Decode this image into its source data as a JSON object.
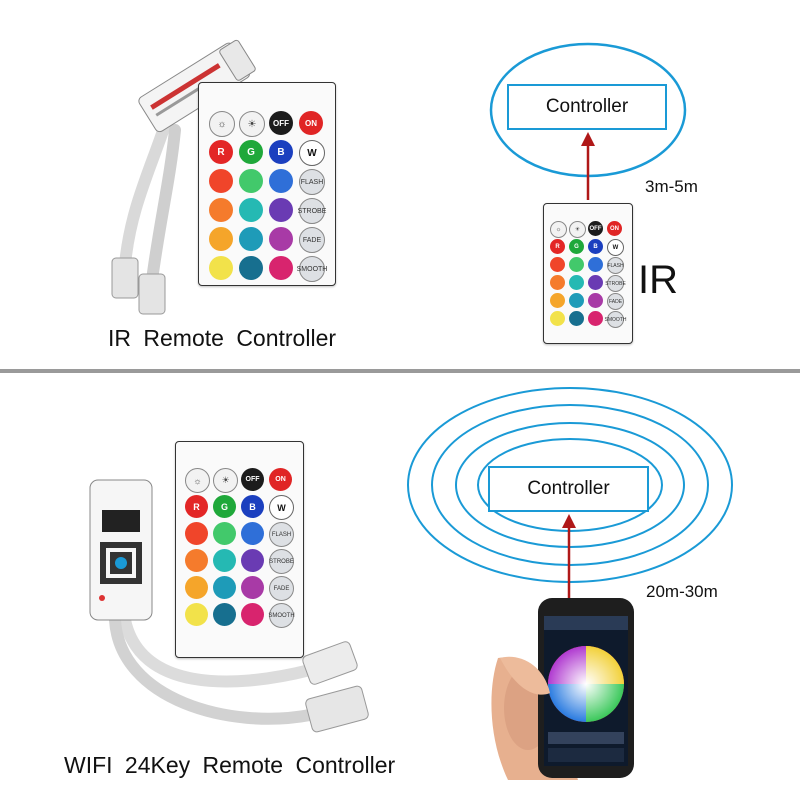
{
  "top": {
    "caption": "IR  Remote  Controller",
    "controller_label": "Controller",
    "distance": "3m-5m",
    "mode_label": "IR"
  },
  "bottom": {
    "caption": "WIFI  24Key  Remote  Controller",
    "controller_label": "Controller",
    "distance": "20m-30m"
  },
  "remote_keys": {
    "off": "OFF",
    "on": "ON",
    "r": "R",
    "g": "G",
    "b": "B",
    "w": "W",
    "flash": "FLASH",
    "strobe": "STROBE",
    "fade": "FADE",
    "smooth": "SMOOTH"
  },
  "colors": {
    "accent": "#1a9ad6",
    "arrow": "#b01818",
    "divider": "#9a9a9a",
    "key_rows": [
      [
        "#e32626",
        "#1fa83a",
        "#1b3fbf"
      ],
      [
        "#f0452a",
        "#42c96b",
        "#2f6fd8"
      ],
      [
        "#f57b2c",
        "#25b9b3",
        "#6a3bb3"
      ],
      [
        "#f5a52a",
        "#1e9bb8",
        "#a83aa6"
      ],
      [
        "#f2e24a",
        "#176f8f",
        "#d8246e"
      ]
    ]
  }
}
